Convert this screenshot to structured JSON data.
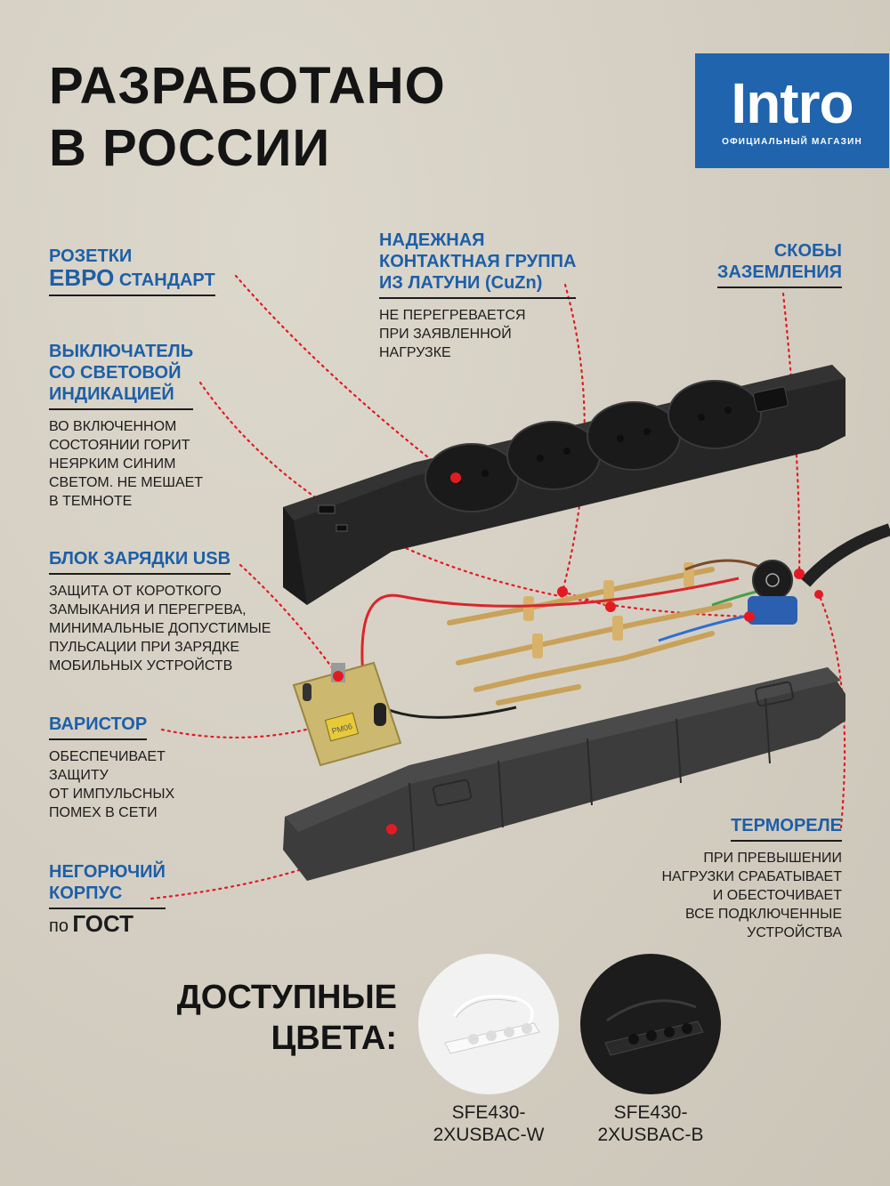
{
  "title_lines": [
    "РАЗРАБОТАНО",
    "В РОССИИ"
  ],
  "logo": {
    "brand": "Intro",
    "subtitle": "ОФИЦИАЛЬНЫЙ МАГАЗИН",
    "color": "#1f64ad"
  },
  "accent_color": "#1d5fa8",
  "callout_dot_color": "#e21b22",
  "features": {
    "sockets": {
      "line1": "РОЗЕТКИ",
      "line2_big": "ЕВРО",
      "line2_rest": " СТАНДАРТ"
    },
    "contacts": {
      "heading": [
        "НАДЕЖНАЯ",
        "КОНТАКТНАЯ ГРУППА",
        "ИЗ ЛАТУНИ (CuZn)"
      ],
      "body": [
        "НЕ ПЕРЕГРЕВАЕТСЯ",
        "ПРИ ЗАЯВЛЕННОЙ",
        "НАГРУЗКЕ"
      ]
    },
    "grounding": {
      "heading": [
        "СКОБЫ",
        "ЗАЗЕМЛЕНИЯ"
      ]
    },
    "switch": {
      "heading": [
        "ВЫКЛЮЧАТЕЛЬ",
        "СО СВЕТОВОЙ",
        "ИНДИКАЦИЕЙ"
      ],
      "body": [
        "ВО ВКЛЮЧЕННОМ",
        "СОСТОЯНИИ ГОРИТ",
        "НЕЯРКИМ СИНИМ",
        "СВЕТОМ. НЕ МЕШАЕТ",
        "В ТЕМНОТЕ"
      ]
    },
    "usb": {
      "heading": "БЛОК ЗАРЯДКИ USB",
      "body": [
        "ЗАЩИТА ОТ КОРОТКОГО",
        "ЗАМЫКАНИЯ И ПЕРЕГРЕВА,",
        "МИНИМАЛЬНЫЕ ДОПУСТИМЫЕ",
        "ПУЛЬСАЦИИ ПРИ ЗАРЯДКЕ",
        "МОБИЛЬНЫХ УСТРОЙСТВ"
      ]
    },
    "varistor": {
      "heading": "ВАРИСТОР",
      "body": [
        "ОБЕСПЕЧИВАЕТ",
        "ЗАЩИТУ",
        "ОТ ИМПУЛЬСНЫХ",
        "ПОМЕХ В СЕТИ"
      ]
    },
    "housing": {
      "heading": [
        "НЕГОРЮЧИЙ",
        "КОРПУС"
      ],
      "body_small": "по",
      "body_big": "ГОСТ"
    },
    "thermal": {
      "heading": "ТЕРМОРЕЛЕ",
      "body": [
        "ПРИ ПРЕВЫШЕНИИ",
        "НАГРУЗКИ СРАБАТЫВАЕТ",
        "И ОБЕСТОЧИВАЕТ",
        "ВСЕ ПОДКЛЮЧЕННЫЕ",
        "УСТРОЙСТВА"
      ]
    }
  },
  "pcb_marking": "PM06",
  "colors_section": {
    "title": [
      "ДОСТУПНЫЕ",
      "ЦВЕТА:"
    ],
    "models": [
      {
        "code": [
          "SFE430-",
          "2XUSBAC-W"
        ],
        "color": "white"
      },
      {
        "code": [
          "SFE430-",
          "2XUSBAC-B"
        ],
        "color": "black"
      }
    ]
  }
}
